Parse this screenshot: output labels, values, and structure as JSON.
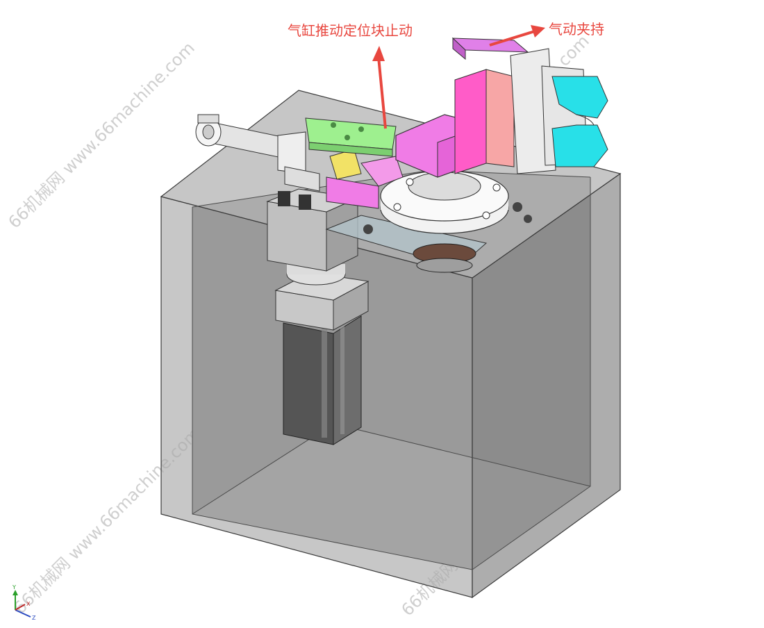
{
  "callouts": {
    "stop_block": "气缸推动定位块止动",
    "pneumatic_clamp": "气动夹持"
  },
  "watermark": "66机械网 www.66machine.com",
  "triad": {
    "y": "Y",
    "x": "X",
    "z": "Z"
  },
  "colors": {
    "callout_text": "#e8473f",
    "arrow": "#e8473f",
    "box_fill": "#8a8a8a",
    "pink_parts": "#f07ce6",
    "green_block": "#9ef08f",
    "cyan_jaws": "#28e0e8",
    "yellow_block": "#f2e266"
  }
}
